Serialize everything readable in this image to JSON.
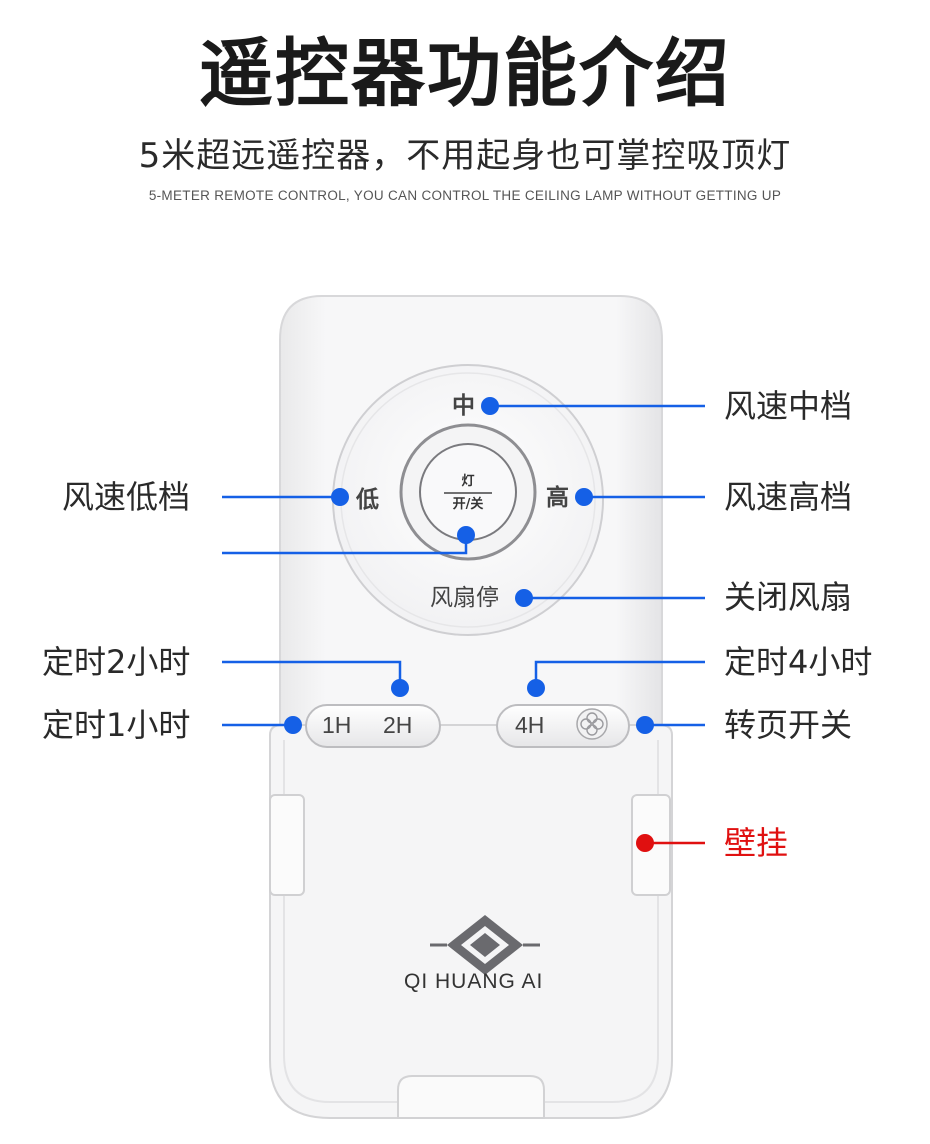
{
  "header": {
    "title": "遥控器功能介绍",
    "subtitle": "5米超远遥控器，不用起身也可掌控吸顶灯",
    "subtitle_en": "5-METER REMOTE CONTROL, YOU CAN CONTROL THE CEILING LAMP WITHOUT GETTING UP"
  },
  "remote": {
    "dial": {
      "top": "中",
      "left": "低",
      "right": "高",
      "bottom": "风扇停",
      "center_top": "灯",
      "center_bottom": "开/关"
    },
    "buttons": {
      "b1h": "1H",
      "b2h": "2H",
      "b4h": "4H"
    },
    "brand": "QI HUANG AI"
  },
  "callouts": {
    "fan_mid": "风速中档",
    "fan_low": "风速低档",
    "fan_high": "风速高档",
    "fan_off": "关闭风扇",
    "timer_2h": "定时2小时",
    "timer_1h": "定时1小时",
    "timer_4h": "定时4小时",
    "page_switch": "转页开关",
    "wall_mount": "壁挂"
  },
  "colors": {
    "callout_blue": "#1560e6",
    "wall_red": "#e01010"
  }
}
